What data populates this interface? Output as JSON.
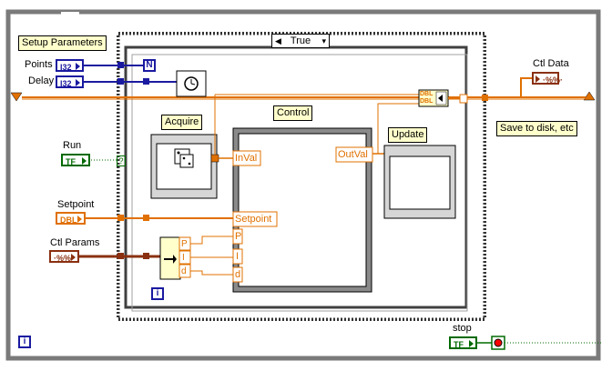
{
  "case_selector": {
    "value": "True"
  },
  "labels": {
    "setup_parameters": "Setup Parameters",
    "points": "Points",
    "delay": "Delay",
    "run": "Run",
    "setpoint": "Setpoint",
    "ctl_params": "Ctl Params",
    "acquire": "Acquire",
    "control": "Control",
    "update": "Update",
    "ctl_data": "Ctl Data",
    "save_to_disk": "Save to disk, etc",
    "stop": "stop"
  },
  "terminals": {
    "points_type": "I32",
    "delay_type": "I32",
    "run_type": "TF",
    "setpoint_type": "DBL",
    "ctl_params_type": "·%%·",
    "ctl_data_type": "·%%·",
    "stop_type": "TF",
    "bundle_type": "DBL",
    "n_label": "N",
    "iter_label": "i",
    "question": "?"
  },
  "control_vi": {
    "inval": "InVal",
    "setpoint": "Setpoint",
    "p": "P",
    "i": "I",
    "d": "d",
    "outval": "OutVal"
  },
  "unbundle": {
    "p": "P",
    "i": "I",
    "d": "d"
  },
  "colors": {
    "frame_gray": "#7a7a7a",
    "case_border": "#404040",
    "wire_orange": "#e07000",
    "wire_blue": "#1a1aa0",
    "wire_brown": "#8a3010",
    "wire_green": "#006a00",
    "label_bg": "#ffffcc"
  }
}
